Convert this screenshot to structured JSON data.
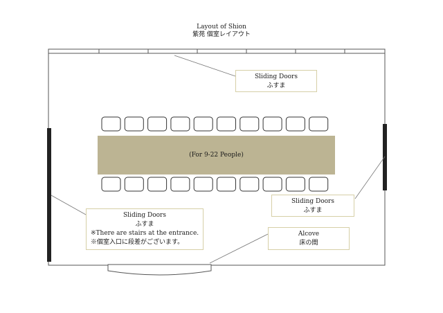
{
  "title": {
    "line1": "Layout of Shion",
    "line2": "紫苑 個室レイアウト"
  },
  "labels": {
    "top_doors": {
      "title": "Sliding Doors",
      "sub": "ふすま"
    },
    "right_doors": {
      "title": "Sliding Doors",
      "sub": "ふすま"
    },
    "left_doors": {
      "title": "Sliding Doors",
      "sub": "ふすま",
      "note_en": "※There are stairs at the entrance.",
      "note_ja": "※個室入口に段差がございます。"
    },
    "alcove": {
      "title": "Alcove",
      "sub": "床の間"
    }
  },
  "table": {
    "label": "(For 9-22 People)",
    "color": "#bcb493"
  },
  "seats": {
    "per_side": 10
  },
  "colors": {
    "wall": "#555555",
    "door_bar": "#222222",
    "label_border": "#d6cfa6",
    "seat_stroke": "#333333"
  }
}
